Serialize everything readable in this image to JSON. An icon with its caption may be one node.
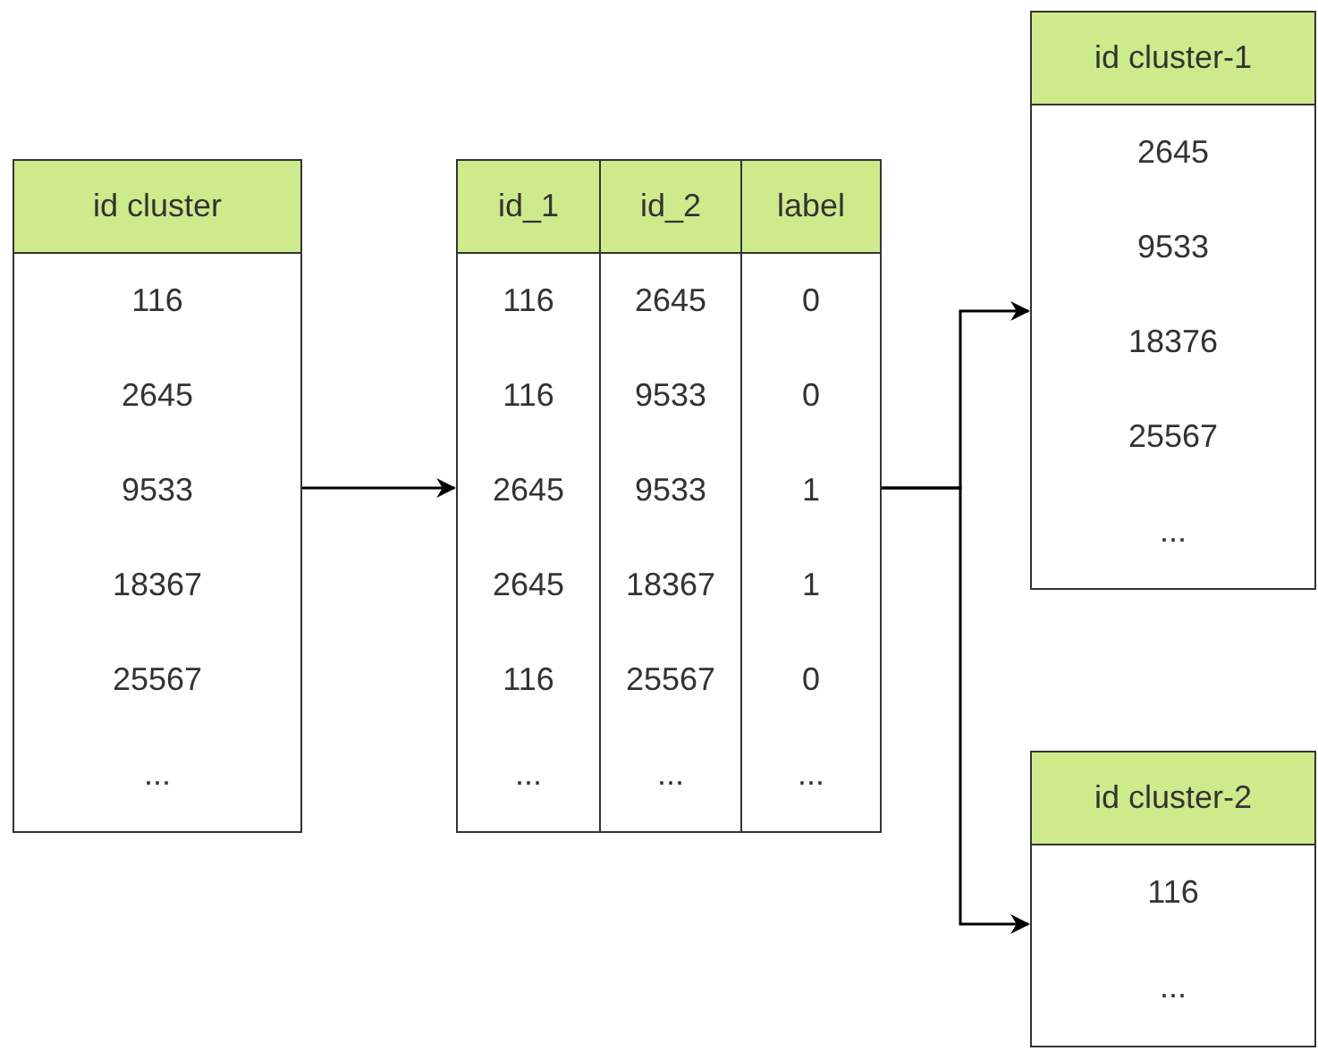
{
  "diagram": {
    "nodes": [
      {
        "text": [
          "id cluster",
          "116",
          "2645",
          "9533",
          "18367",
          "25567",
          "..."
        ]
      },
      {
        "text": [],
        "shape": "box"
      },
      {
        "text": [
          "id_1",
          "116",
          "116",
          "2645",
          "2645",
          "116",
          "..."
        ],
        "in": 1
      },
      {
        "text": [
          "id_2",
          "2645",
          "9533",
          "9533",
          "18367",
          "25567",
          "..."
        ],
        "in": 1
      },
      {
        "text": [
          "label",
          "0",
          "0",
          "1",
          "1",
          "0",
          "..."
        ],
        "in": 1
      },
      {
        "text": [
          "id cluster-1",
          "2645",
          "9533",
          "18376",
          "25567",
          "..."
        ]
      },
      {
        "text": [
          "id cluster-2",
          "116",
          "..."
        ]
      }
    ],
    "edges": [
      {
        "from": 0,
        "to": 1,
        "arrow": "to"
      },
      {
        "from": 1,
        "to": 5,
        "arrow": "to"
      },
      {
        "from": 1,
        "to": 6,
        "arrow": "to"
      }
    ]
  }
}
